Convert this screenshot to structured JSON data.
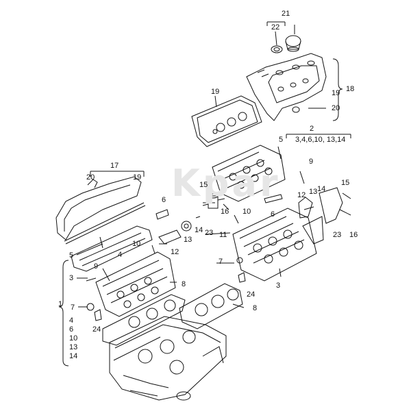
{
  "diagram": {
    "watermark": "Kpar",
    "callouts": {
      "c21": "21",
      "c22": "22",
      "c18": "18",
      "c19_top": "19",
      "c19_cover": "19",
      "c20_cover": "20",
      "c2": "2",
      "c2_list": "3,4,6,10,  13,14",
      "c5_r": "5",
      "c9_r": "9",
      "c15_r": "15",
      "c13_r": "13",
      "c14_r": "14",
      "c12_r": "12",
      "c23_r": "23",
      "c16_r": "16",
      "c10_r": "10",
      "c11_r": "11",
      "c6_r": "6",
      "c7_r": "7",
      "c24_r": "24",
      "c3_r": "3",
      "c8_r": "8",
      "c17": "17",
      "c20_l": "20",
      "c19_l": "19",
      "c15_l": "15",
      "c16_l": "16",
      "c6_l": "6",
      "c10_l": "10",
      "c14_l": "14",
      "c13_l": "13",
      "c23_l": "23",
      "c12_l": "12",
      "c5_l": "5",
      "c9_l": "9",
      "c4_l": "4",
      "c3_l": "3",
      "c8_l": "8",
      "c7_l": "7",
      "c24_l": "24",
      "c1": "1",
      "c1_4": "4",
      "c1_6": "6",
      "c1_10": "10",
      "c1_13": "13",
      "c1_14": "14"
    }
  }
}
